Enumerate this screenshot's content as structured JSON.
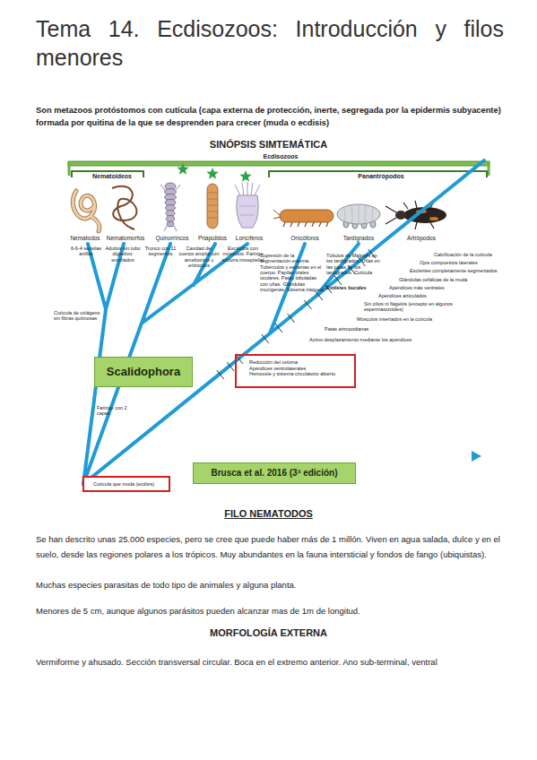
{
  "diagram": {
    "title": "Tema 14. Ecdisozoos: Introducción y filos menores",
    "nodes": [
      {
        "text": [
          "Scalidophora"
        ]
      },
      {
        "text": [
          "Reducción del celoma",
          "Apéndices ventrolaterales",
          "Hemocele y sistema circulatorio abierto"
        ]
      },
      {
        "text": [
          "Brusca et al. 2016 (3ª edición)"
        ]
      },
      {
        "text": [
          "Cutícula que muda (ecdisis)"
        ]
      }
    ],
    "labels": [
      "Son metazoos protóstomos con",
      "cutícula",
      "(capa externa de protección, inerte, segregada por la epidermis subyacente) formada por quitina de la que se desprenden para crecer (muda o ecdisis)",
      "SINÓPSIS SIMTEMÁTICA",
      "Ecdisozoos",
      "Nematoideos",
      "Panantrópodos",
      "Nematodos",
      "Nematomorfos",
      "Quinorrincos",
      "Priapúlidos",
      "Loricíferos",
      "Onicóforos",
      "Tardígrados",
      "Artrópodos",
      "6-6-4 sensilas anillas",
      "Adultos sin tubo digestivo; enrollados",
      "Tronco con 11 segmentos",
      "Cavidad del cuerpo amplia con amebocitos y eritrocitos",
      "Escálidos con músculos. Faringe suctora mioepitelial",
      "Supresión de la segmentación externa. Tubérculos y escamas en el cuerpo. Papilas orales oculares. Patas lobuladas con uñas. Glándulas mucígenas. Sistema traqueal",
      "Túbulos de Malpighi en los tardígrados. Uñas en las patas de los tardígrados. Cutícula",
      "Estiletes bucales",
      "Calcificación de la cutícula",
      "Ojos compuestos laterales",
      "Esclerites completamente segmentados",
      "Glándulas cefálicas de la muda",
      "Apéndices más ventrales",
      "Apéndices articulados",
      "Sin cilios ni flagelos (excepto en algunos espermatozoides)",
      "Músculos insertados en la cutícula",
      "Patas artropodianas",
      "Activo desplazamiento mediante los apéndices",
      "Cutícula de colágeno sin fibras quitinosas",
      "Faringe con 2 capas",
      "FILO NEMATODOS",
      "Se han descrito unas 25.000 especies, pero se cree que puede haber más de 1 millón. Viven en agua salada, dulce y en el suelo, desde las regiones polares a los trópicos. Muy abundantes en la fauna intersticial y fondos de fango (ubiquistas).",
      "Muchas especies parasitas de todo tipo de animales y alguna planta.",
      "Menores de 5 cm, aunque algunos parásitos pueden alcanzar mas de 1m de longitud.",
      "MORFOLOGÍA EXTERNA",
      "Vermiforme y ahusado. Sección transversal circular. Boca en el extremo anterior. Ano sub-terminal, ventral"
    ]
  }
}
